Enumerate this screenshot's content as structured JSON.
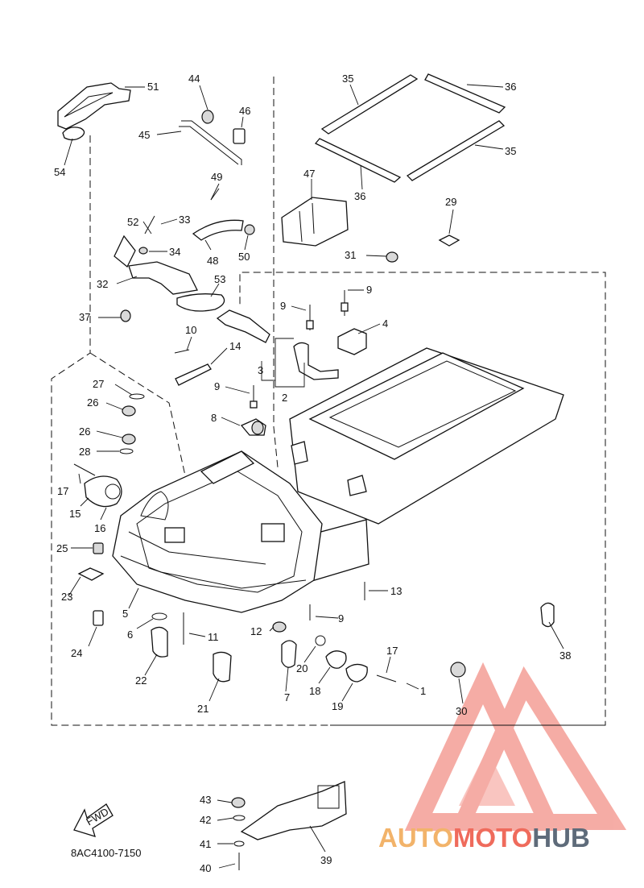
{
  "diagram": {
    "code": "8AC4100-7150",
    "fwd_label": "FWD"
  },
  "callouts": [
    "51",
    "54",
    "44",
    "46",
    "45",
    "35",
    "36",
    "35",
    "36",
    "47",
    "29",
    "49",
    "52",
    "33",
    "48",
    "50",
    "34",
    "32",
    "53",
    "31",
    "9",
    "9",
    "37",
    "4",
    "10",
    "14",
    "3",
    "2",
    "27",
    "26",
    "9",
    "8",
    "26",
    "28",
    "17",
    "15",
    "16",
    "25",
    "23",
    "5",
    "13",
    "6",
    "11",
    "12",
    "9",
    "24",
    "22",
    "21",
    "7",
    "20",
    "18",
    "17",
    "19",
    "1",
    "38",
    "30",
    "43",
    "42",
    "41",
    "40",
    "39"
  ],
  "watermark": {
    "part1": "AUTO",
    "part2": "MOTO",
    "part3": "HUB",
    "colors": {
      "auto": "#f2b36a",
      "moto": "#ef6b5c",
      "hub": "#5e6b7a",
      "logo": "#f28a80"
    }
  }
}
